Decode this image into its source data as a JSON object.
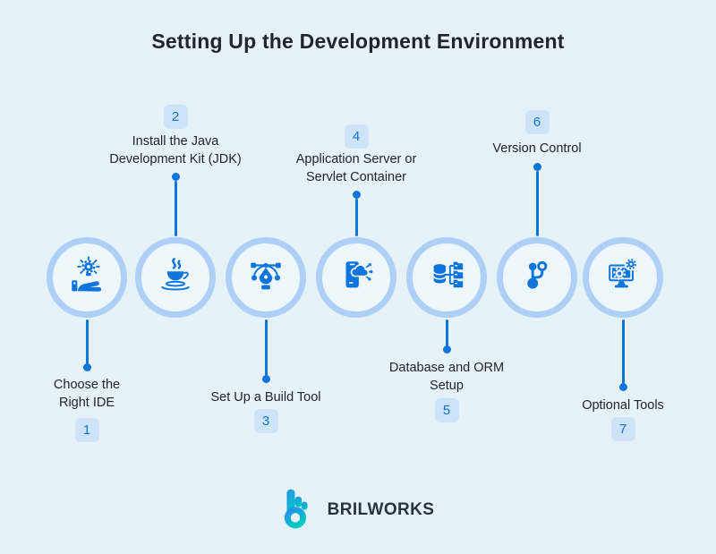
{
  "title": "Setting Up the Development Environment",
  "steps": [
    {
      "number": "1",
      "label": "Choose the\nRight IDE",
      "icon": "idea-hand-icon",
      "label_position": "below"
    },
    {
      "number": "2",
      "label": "Install the Java\nDevelopment Kit (JDK)",
      "icon": "java-cup-icon",
      "label_position": "above"
    },
    {
      "number": "3",
      "label": "Set Up a Build Tool",
      "icon": "pen-tool-icon",
      "label_position": "below"
    },
    {
      "number": "4",
      "label": "Application Server or\nServlet Container",
      "icon": "mobile-cloud-icon",
      "label_position": "above"
    },
    {
      "number": "5",
      "label": "Database and ORM\nSetup",
      "icon": "database-orm-icon",
      "label_position": "below"
    },
    {
      "number": "6",
      "label": "Version Control",
      "icon": "git-branch-icon",
      "label_position": "above"
    },
    {
      "number": "7",
      "label": "Optional Tools",
      "icon": "monitor-gears-icon",
      "label_position": "below"
    }
  ],
  "logo": {
    "text": "BRILWORKS",
    "mark": "brilworks-logo-mark"
  },
  "colors": {
    "background": "#e6f2f8",
    "circle_ring": "#aed0f6",
    "circle_fill": "#eef7fc",
    "icon_blue": "#0f74db",
    "connector": "#0f74db",
    "badge_bg": "#cde3f8",
    "badge_text": "#0f74db",
    "label_text": "#20262e",
    "logo_text": "#2a3340",
    "logo_gradient_start": "#2b8df0",
    "logo_gradient_end": "#00c9c0"
  }
}
